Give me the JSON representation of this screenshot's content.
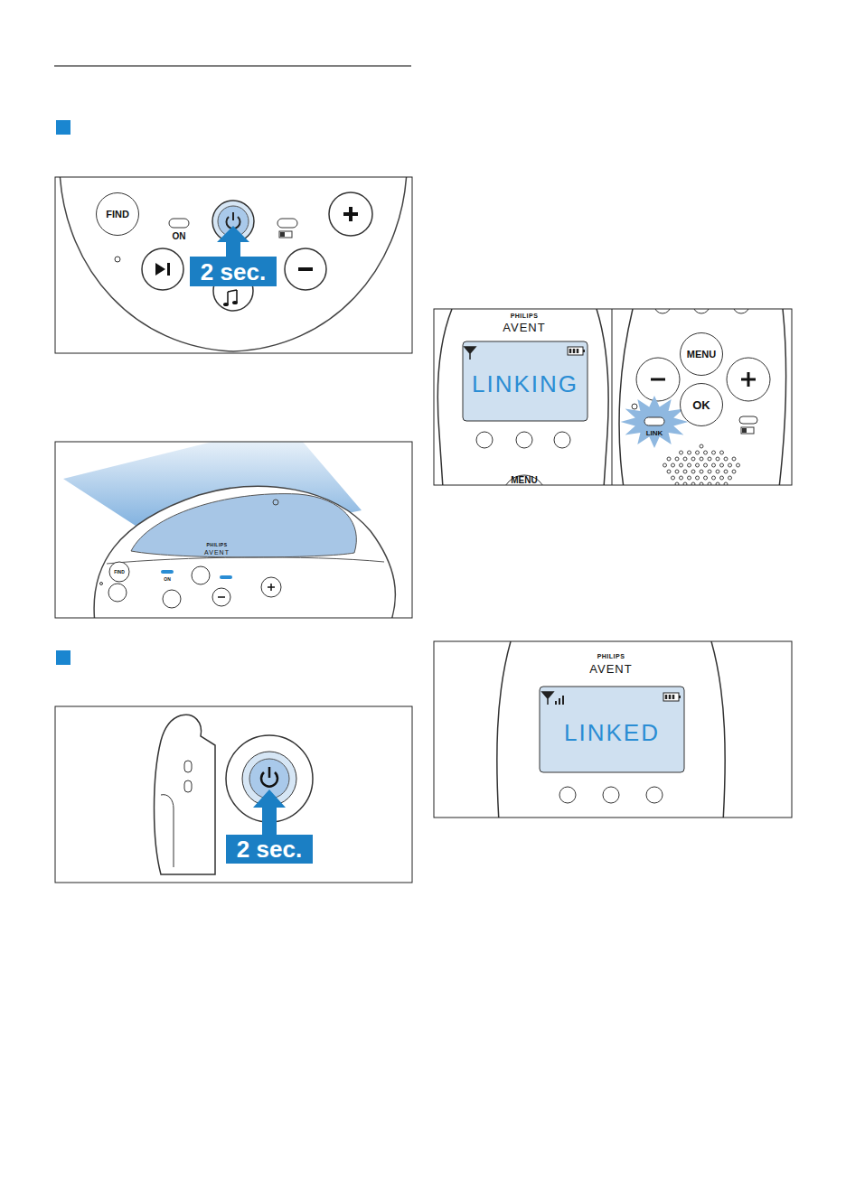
{
  "diagram": {
    "nodes": [
      {
        "text": [
          "FIND"
        ]
      },
      {
        "text": [
          "2 sec."
        ]
      },
      {
        "text": [
          "2 sec."
        ]
      },
      {
        "text": [
          "LINKING"
        ]
      },
      {
        "text": [
          "MENU"
        ]
      },
      {
        "text": [
          "OK"
        ]
      },
      {
        "text": [
          "LINKED"
        ]
      }
    ],
    "labels": [
      "ON",
      "PHILIPS",
      "AVENT",
      "FIND",
      "ON",
      "PHILIPS",
      "AVENT",
      "MENU",
      "LINK",
      "PHILIPS",
      "AVENT"
    ]
  }
}
